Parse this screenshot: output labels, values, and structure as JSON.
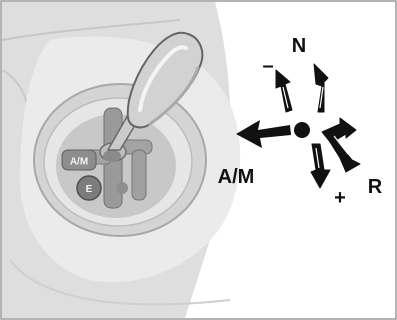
{
  "figure": {
    "shift_labels": {
      "neutral": "N",
      "minus": "–",
      "plus": "+",
      "reverse": "R",
      "auto_manual": "A/M"
    },
    "knob_labels": {
      "auto_manual": "A/M",
      "economy_button": "E"
    },
    "colors": {
      "background_panel": "#dcdcdc",
      "console_surface": "#e7e7e7",
      "console_ring": "#b9b9b9",
      "gate_dark": "#8c8c8c",
      "lever": "#cfcfcf",
      "arrow_fill": "#1a1a1a"
    }
  }
}
